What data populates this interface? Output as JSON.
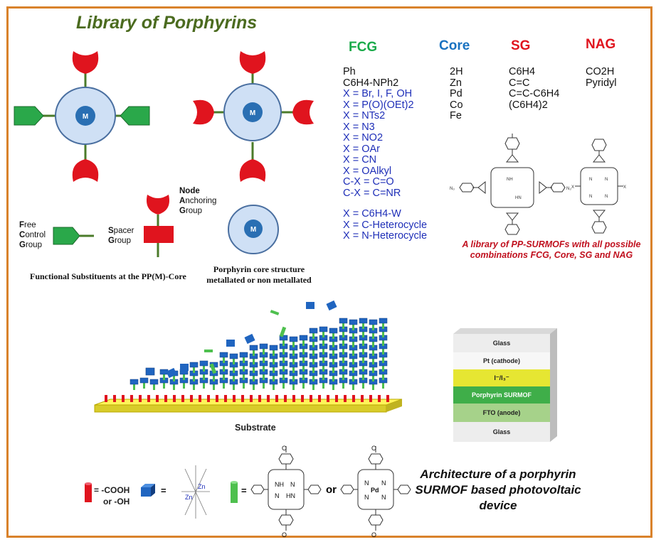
{
  "title": "Library of Porphyrins",
  "columns": [
    {
      "header": "FCG",
      "color": "#1aaa4a"
    },
    {
      "header": "Core",
      "color": "#1a72c0"
    },
    {
      "header": "SG",
      "color": "#e0141e"
    },
    {
      "header": "NAG",
      "color": "#e0141e"
    }
  ],
  "fcg_items_black": [
    "Ph",
    "C6H4-NPh2"
  ],
  "fcg_items_blue": [
    "X = Br, I, F, OH",
    "X = P(O)(OEt)2",
    "X = NTs2",
    "X = N3",
    "X = NO2",
    "X = OAr",
    "X = CN",
    "X = OAlkyl",
    "C-X = C=O",
    "C-X = C=NR"
  ],
  "fcg_items_blue2": [
    "X = C6H4-W",
    "X = C-Heterocycle",
    "X = N-Heterocycle"
  ],
  "core_items": [
    "2H",
    "Zn",
    "Pd",
    "Co",
    "Fe"
  ],
  "sg_items": [
    "C6H4",
    "C=C",
    "C=C-C6H4",
    "(C6H4)2"
  ],
  "nag_items": [
    "CO2H",
    "Pyridyl"
  ],
  "core_label": "M",
  "legend": {
    "node_anchoring": [
      "Node",
      "Anchoring",
      "Group"
    ],
    "free_control": [
      "Free",
      "Control",
      "Group"
    ],
    "spacer": [
      "Spacer",
      "Group"
    ],
    "functional_caption": "Functional Substituents at the PP(M)-Core",
    "core_caption": [
      "Porphyrin core structure",
      "metallated or non metallated"
    ]
  },
  "library_caption": [
    "A library of PP-SURMOFs with all possible",
    "combinations FCG, Core, SG and NAG"
  ],
  "substrate_label": "Substrate",
  "device_layers": [
    {
      "label": "Glass",
      "color": "#ededed"
    },
    {
      "label": "Pt (cathode)",
      "color": "#f7f7f7"
    },
    {
      "label": "I⁻/I₃⁻",
      "color": "#e6e632"
    },
    {
      "label": "Porphyrin SURMOF",
      "color": "#3fae49"
    },
    {
      "label": "FTO (anode)",
      "color": "#a6d28a"
    },
    {
      "label": "Glass",
      "color": "#ededed"
    }
  ],
  "architecture_caption": [
    "Architecture of a porphyrin",
    "SURMOF based photovoltaic",
    "device"
  ],
  "key": {
    "cooh": "= -COOH",
    "oh": "or -OH",
    "equals": "=",
    "or": "or",
    "zn_label": "Zn",
    "pd_label": "Pd"
  },
  "colors": {
    "frame": "#d9822b",
    "red": "#e0141e",
    "green": "#2aa84a",
    "blue_core": "#2a6fb3",
    "pale_blue": "#cfe0f5"
  }
}
